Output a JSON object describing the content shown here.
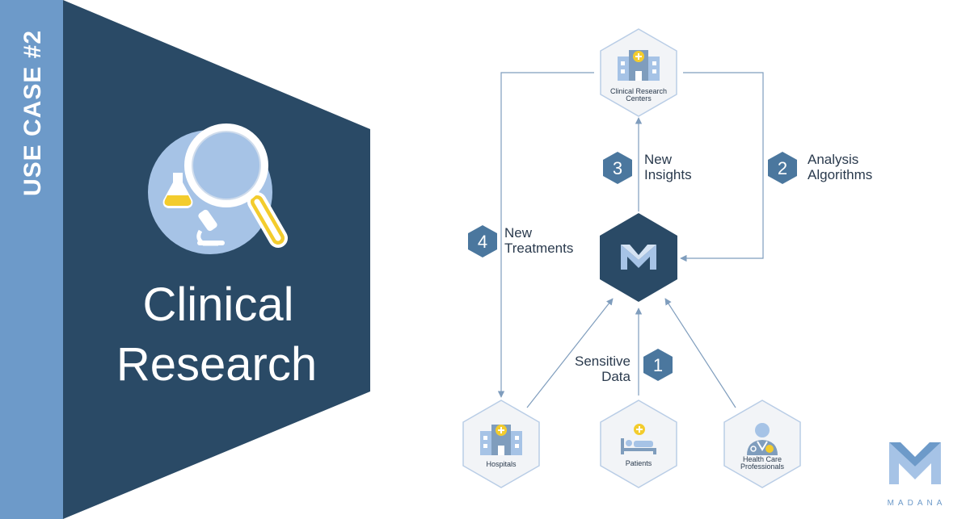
{
  "banner": {
    "use_case_label": "USE CASE #2",
    "title_line1": "Clinical",
    "title_line2": "Research"
  },
  "center_node": {
    "logo_letter": "M"
  },
  "nodes": {
    "top": {
      "label_line1": "Clinical Research",
      "label_line2": "Centers",
      "icon": "hospital-icon"
    },
    "hospitals": {
      "label": "Hospitals",
      "icon": "hospital-icon"
    },
    "patients": {
      "label": "Patients",
      "icon": "patient-bed-icon"
    },
    "professionals": {
      "label_line1": "Health Care",
      "label_line2": "Professionals",
      "icon": "doctor-icon"
    }
  },
  "steps": [
    {
      "number": "1",
      "line1": "Sensitive",
      "line2": "Data"
    },
    {
      "number": "2",
      "line1": "Analysis",
      "line2": "Algorithms"
    },
    {
      "number": "3",
      "line1": "New",
      "line2": "Insights"
    },
    {
      "number": "4",
      "line1": "New",
      "line2": "Treatments"
    }
  ],
  "brand": {
    "name": "MADANA"
  },
  "colors": {
    "dark_navy": "#2a4a66",
    "sidebar_blue": "#6d9ac9",
    "light_blue": "#a6c3e6",
    "yellow": "#f3cc2d",
    "hex_fill": "#f2f4f7",
    "hex_stroke": "#b9cde6",
    "step_badge": "#4b779e"
  }
}
